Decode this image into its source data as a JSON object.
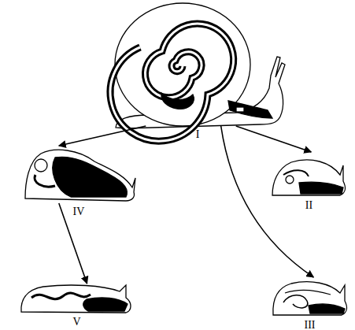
{
  "diagram": {
    "nodes": [
      {
        "text": [
          "I"
        ]
      },
      {
        "text": [
          "IV"
        ]
      },
      {
        "text": [
          "II"
        ]
      },
      {
        "text": [
          "V"
        ]
      },
      {
        "text": [
          "III"
        ]
      }
    ],
    "edges": [
      {
        "from": 0,
        "to": 1,
        "arrow": "to"
      },
      {
        "from": 0,
        "to": 2,
        "arrow": "to"
      },
      {
        "from": 1,
        "to": 3,
        "arrow": "to"
      },
      {
        "from": 0,
        "to": 4,
        "arrow": "to"
      }
    ]
  }
}
